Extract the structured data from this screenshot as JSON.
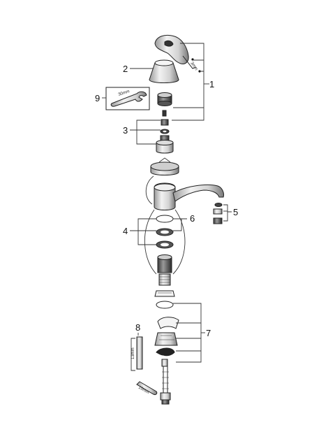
{
  "callouts": {
    "c1": "1",
    "c2": "2",
    "c3": "3",
    "c4": "4",
    "c5": "5",
    "c6": "6",
    "c7": "7",
    "c8": "8",
    "c9": "9"
  },
  "tool_marks": {
    "hex_key": "3mm",
    "wrench": "30mm",
    "nut_key": "13mm",
    "spanner": "19mm"
  },
  "colors": {
    "line": "#333333",
    "metal_light": "#e8e8e8",
    "metal_mid": "#bdbdbd",
    "metal_dark": "#6e6e6e",
    "black": "#111111"
  }
}
